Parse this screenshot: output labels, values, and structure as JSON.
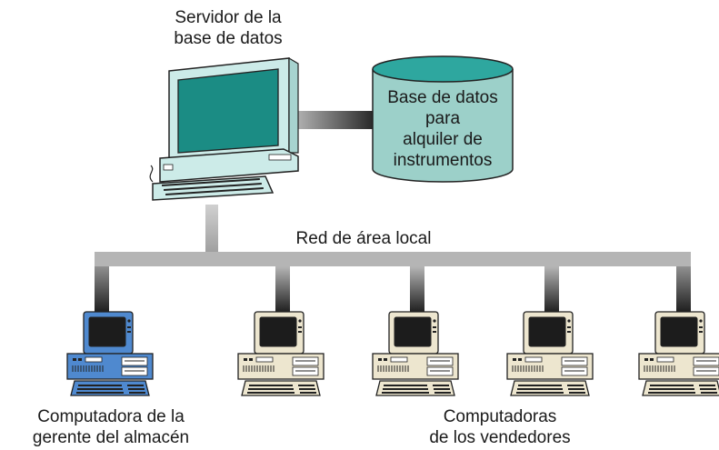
{
  "server": {
    "label_lines": [
      "Servidor de la",
      "base de datos"
    ]
  },
  "database": {
    "label_lines": [
      "Base de datos",
      "para",
      "alquiler de",
      "instrumentos"
    ]
  },
  "network": {
    "label": "Red de área local"
  },
  "manager_computer": {
    "label_lines": [
      "Computadora de la",
      "gerente del almacén"
    ]
  },
  "sales_computers": {
    "label_lines": [
      "Computadoras",
      "de los vendedores"
    ]
  },
  "colors": {
    "server_body": "#ccebe8",
    "server_screen": "#1b8c84",
    "database_fill": "#9cd0c9",
    "database_top": "#2ea79f",
    "network_bar": "#b5b5b5",
    "network_shadow": "#222222",
    "manager_pc": "#4f89cf",
    "sales_pc": "#ede6cf"
  }
}
